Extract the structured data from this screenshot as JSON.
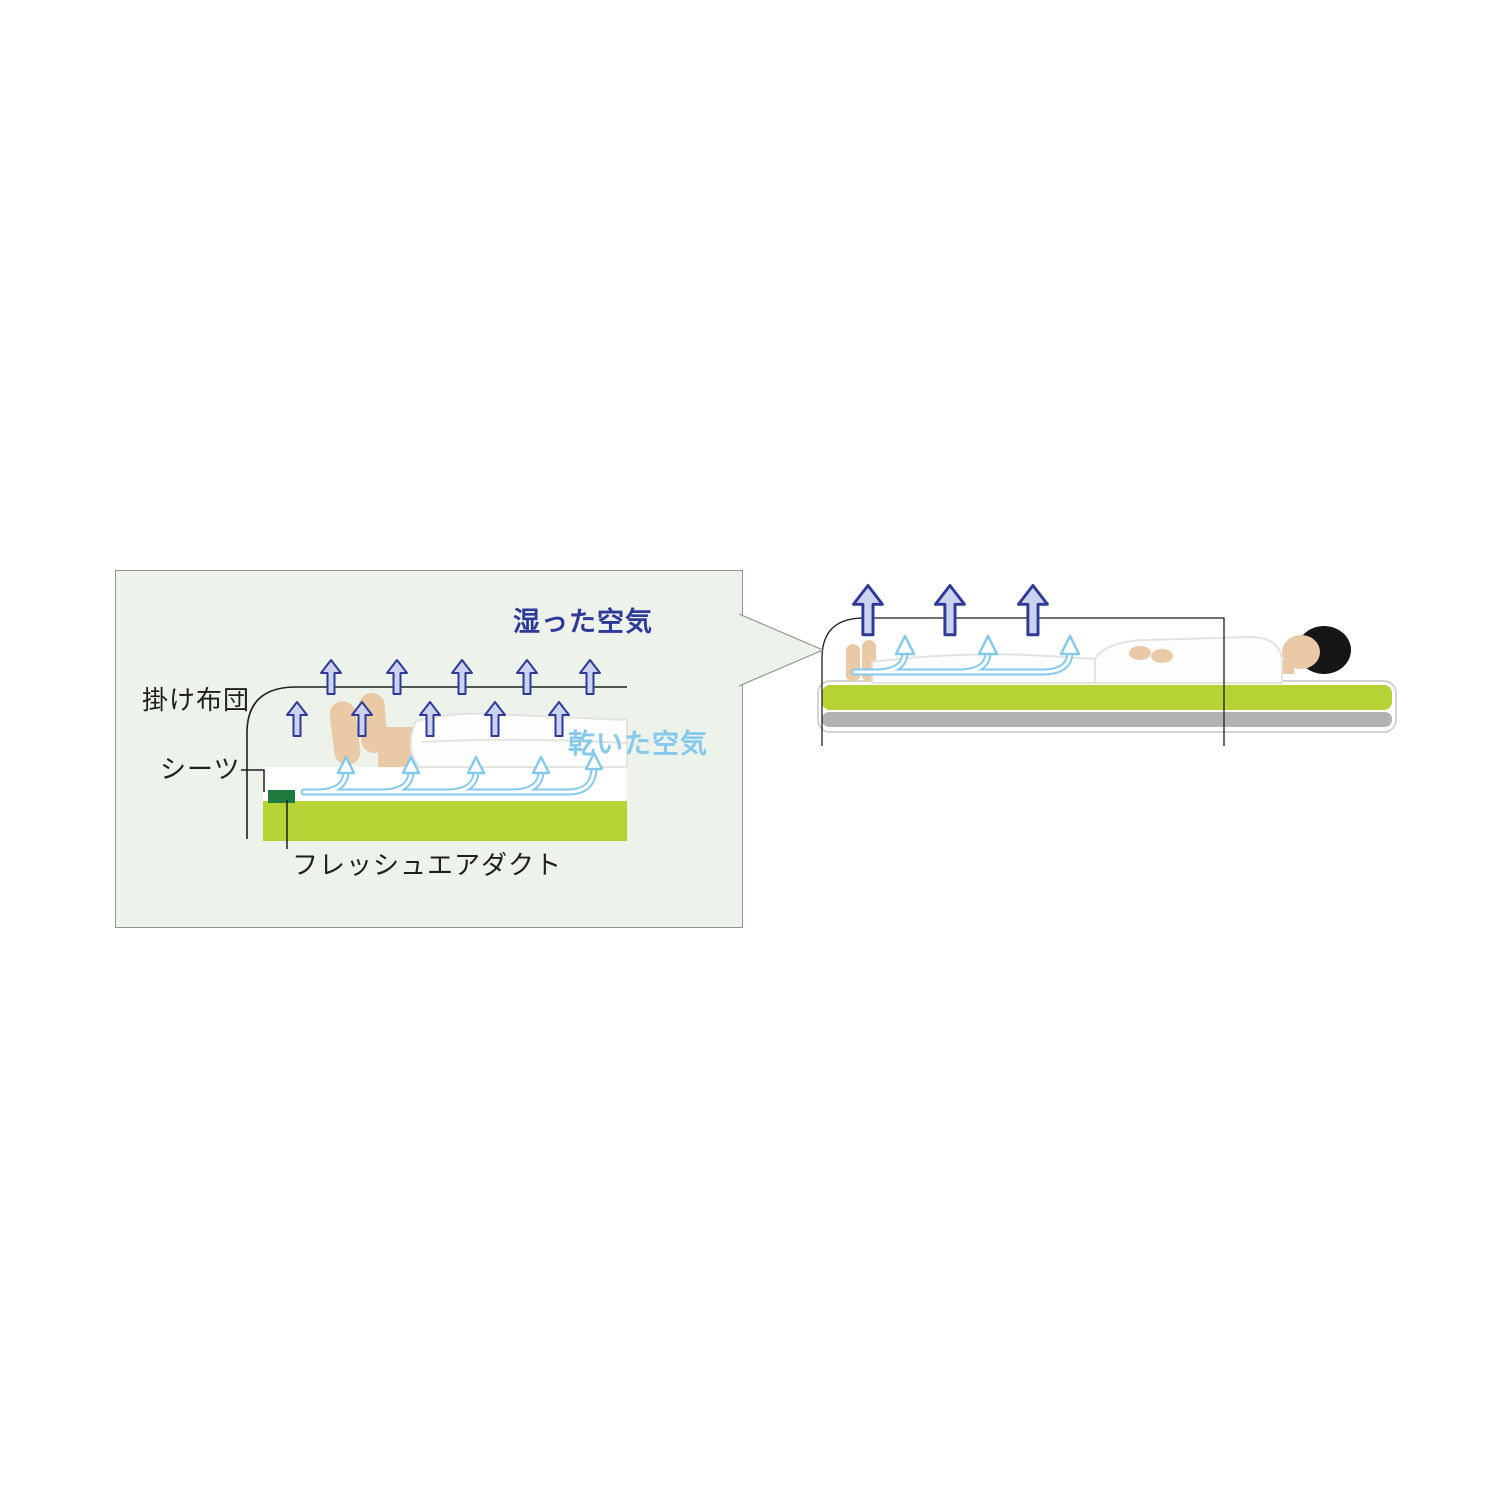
{
  "colors": {
    "page_bg": "#ffffff",
    "panel_bg": "#edf2ea",
    "panel_border": "#8f9a8f",
    "ink": "#1f1f1f",
    "damp_air_stroke": "#2e3a97",
    "damp_air_fill": "#ccd3ef",
    "dry_air": "#85c9ec",
    "mattress_green": "#b5d335",
    "mattress_gray": "#b2b2b2",
    "mattress_outline": "#c6c6c6",
    "duct_green": "#1e7a3e",
    "sheet_white": "#ffffff",
    "skin": "#eac9a6",
    "hair": "#161616",
    "clothing": "#fdfdfd",
    "clothing_shade": "#e3e3e0"
  },
  "callout": {
    "labels": {
      "comforter": "掛け布団",
      "sheet": "シーツ",
      "fresh_air_duct": "フレッシュエアダクト",
      "damp_air": "湿った空気",
      "dry_air": "乾いた空気"
    }
  }
}
